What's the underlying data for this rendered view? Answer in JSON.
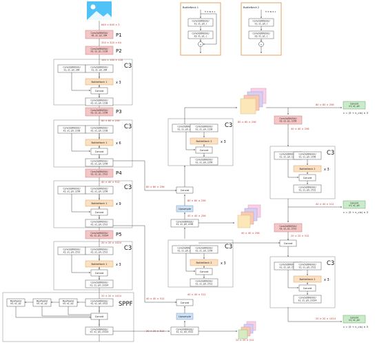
{
  "input": {
    "dim": "640 × 640 × 3"
  },
  "backbone": {
    "p1": {
      "label": "P1",
      "conv": "Conv2d/BN/SiLU\nk6, s2, p2, c64",
      "dim": "320 × 320 × 64"
    },
    "p2": {
      "label": "P2",
      "conv": "Conv2d/BN/SiLU\nk3, s2, p1, c128",
      "dim": "160 × 160 × 128"
    },
    "p3": {
      "label": "P3",
      "conv": "Conv2d/BN/SiLU\nk3, s2, p1, c256",
      "dim": "80 × 80 × 256"
    },
    "p4": {
      "label": "P4",
      "conv": "Conv2d/BN/SiLU\nk3, s2, p1, c512",
      "dim": "40 × 40 × 512"
    },
    "p5": {
      "label": "P5",
      "conv": "Conv2d/BN/SiLU\nk3, s2, p1, c1024",
      "dim": "20 × 20 × 1024"
    }
  },
  "c3_blocks": [
    {
      "title": "C3",
      "left": "Conv2d/BN/SiLU\nk1, s1, p0, c64",
      "right": "Conv2d/BN/SiLU\nk1, s1, p0, c64",
      "bottleneck": "BottleNeck 1",
      "repeat": "x 3",
      "concat": "Concat",
      "out": "Conv2d/BN/SiLU\nk1, s1, p0, c128"
    },
    {
      "title": "C3",
      "left": "Conv2d/BN/SiLU\nk1, s1, p0, c128",
      "right": "Conv2d/BN/SiLU\nk1, s1, p0, c128",
      "bottleneck": "BottleNeck 1",
      "repeat": "x 6",
      "concat": "Concat",
      "out": "Conv2d/BN/SiLU\nk1, s1, p0, c256"
    },
    {
      "title": "C3",
      "left": "Conv2d/BN/SiLU\nk1, s1, p0, c256",
      "right": "Conv2d/BN/SiLU\nk1, s1, p0, c256",
      "bottleneck": "BottleNeck 1",
      "repeat": "x 9",
      "concat": "Concat",
      "out": "Conv2d/BN/SiLU\nk1, s1, p0, c512"
    },
    {
      "title": "C3",
      "left": "Conv2d/BN/SiLU\nk1, s1, p0, c512",
      "right": "Conv2d/BN/SiLU\nk1, s1, p0, c512",
      "bottleneck": "BottleNeck 1",
      "repeat": "x 3",
      "concat": "Concat",
      "out": "Conv2d/BN/SiLU\nk1, s1, p0, c1024"
    }
  ],
  "bottleneck_defs": [
    {
      "title": "BottleNeck 1",
      "dim": "h × w × c",
      "conv1": "Conv2d/BN/SiLU\nk1, s1, p0, c",
      "conv2": "Conv2d/BN/SiLU\nk3, s1, p1, c",
      "plus": "+"
    },
    {
      "title": "BottleNeck 2",
      "dim": "h × w × c",
      "conv1": "Conv2d/BN/SiLU\nk1, s1, p0, c",
      "conv2": "Conv2d/BN/SiLU\nk3, s1, p1, c",
      "plus": "+"
    }
  ],
  "sppf": {
    "title": "SPPF",
    "in_dim": "20 × 20 × 1024",
    "conv_in": "Conv2d/BN/SiLU\nk1, s1, p0, c512",
    "pools": [
      "MaxPool2d\nk5, s1, p2",
      "MaxPool2d\nk5, s1, p2",
      "MaxPool2d\nk5, s1, p2"
    ],
    "concat": "Concat",
    "conv_out": "Conv2d/BN/SiLU\nk1, s1, p0, c1024"
  },
  "neck": {
    "dims": {
      "p5_out": "20 × 20 × 512",
      "up1_in": "40 × 40 × 512",
      "up1_out": "40 × 40 × 512",
      "up2_in": "80 × 80 × 256",
      "up2_out": "80 × 80 × 256",
      "cat_80": "80 × 80 × 256",
      "mid_40": "40 × 40 × 256",
      "bot_20": "20 × 20 × 512",
      "top_80": "80 × 80 × 256",
      "right_40": "40 × 40 × 256",
      "right_20": "20 × 20 × 512",
      "head_bot": "20 × 20 × 1024"
    },
    "conv_p5": "Conv2d/BN/SiLU\nk1, s1, p0, c512",
    "upsample": "Upsample",
    "concat": "Concat",
    "c3_a": {
      "title": "C3",
      "left": "Conv2d/BN/SiLU\nk1, s1, p0, c256",
      "right": "Conv2d/BN/SiLU\nk1, s1, p0, c256",
      "bottleneck": "BottleNeck 2",
      "repeat": "x 3",
      "concat": "Concat",
      "out": "Conv2d/BN/SiLU\nk1, s1, p0, c512"
    },
    "conv_mid": "Conv2d/BN/SiLU\nk1, s1, p0, c256",
    "c3_b": {
      "title": "C3",
      "left": "Conv2d/BN/SiLU\nk1, s1, p0, c128",
      "right": "Conv2d/BN/SiLU\nk1, s1, p0, c128",
      "bottleneck": "BottleNeck 2",
      "repeat": "x 3",
      "concat": "Concat",
      "out": "Conv2d/BN/SiLU\nk1, s1, p0, c256"
    },
    "down1": "Conv2d/BN/SiLU\nk3, s2, p1, c256",
    "c3_c": {
      "title": "C3",
      "left": "Conv2d/BN/SiLU\nk1, s1, p0, c256",
      "right": "Conv2d/BN/SiLU\nk1, s1, p0, c256",
      "bottleneck": "BottleNeck 2",
      "repeat": "x 3",
      "concat": "Concat",
      "out": "Conv2d/BN/SiLU\nk1, s1, p0, c512"
    },
    "down2": "Conv2d/BN/SiLU\nk3, s2, p1, c512",
    "c3_d": {
      "title": "C3",
      "left": "Conv2d/BN/SiLU\nk1, s1, p0, c512",
      "right": "Conv2d/BN/SiLU\nk1, s1, p0, c512",
      "bottleneck": "BottleNeck 2",
      "repeat": "x 3",
      "concat": "Concat",
      "out": "Conv2d/BN/SiLU\nk1, s1, p0, c1024"
    }
  },
  "heads": [
    {
      "dim": "80 × 80 × 256",
      "conv": "Conv2d\nk1, s1, p0",
      "eq": "c = (5 + n_cls) × 3"
    },
    {
      "dim": "40 × 40 × 512",
      "conv": "Conv2d\nk1, s1, p0",
      "eq": "c = (5 + n_cls) × 3"
    },
    {
      "dim": "20 × 20 × 1024",
      "conv": "Conv2d\nk1, s1, p0",
      "eq": "c = (5 + n_cls) × 3"
    }
  ],
  "colors": {
    "red": "#f4c6c6",
    "orange": "#fbe0c2",
    "green": "#c9ebc9",
    "dim": "#c0392b"
  }
}
